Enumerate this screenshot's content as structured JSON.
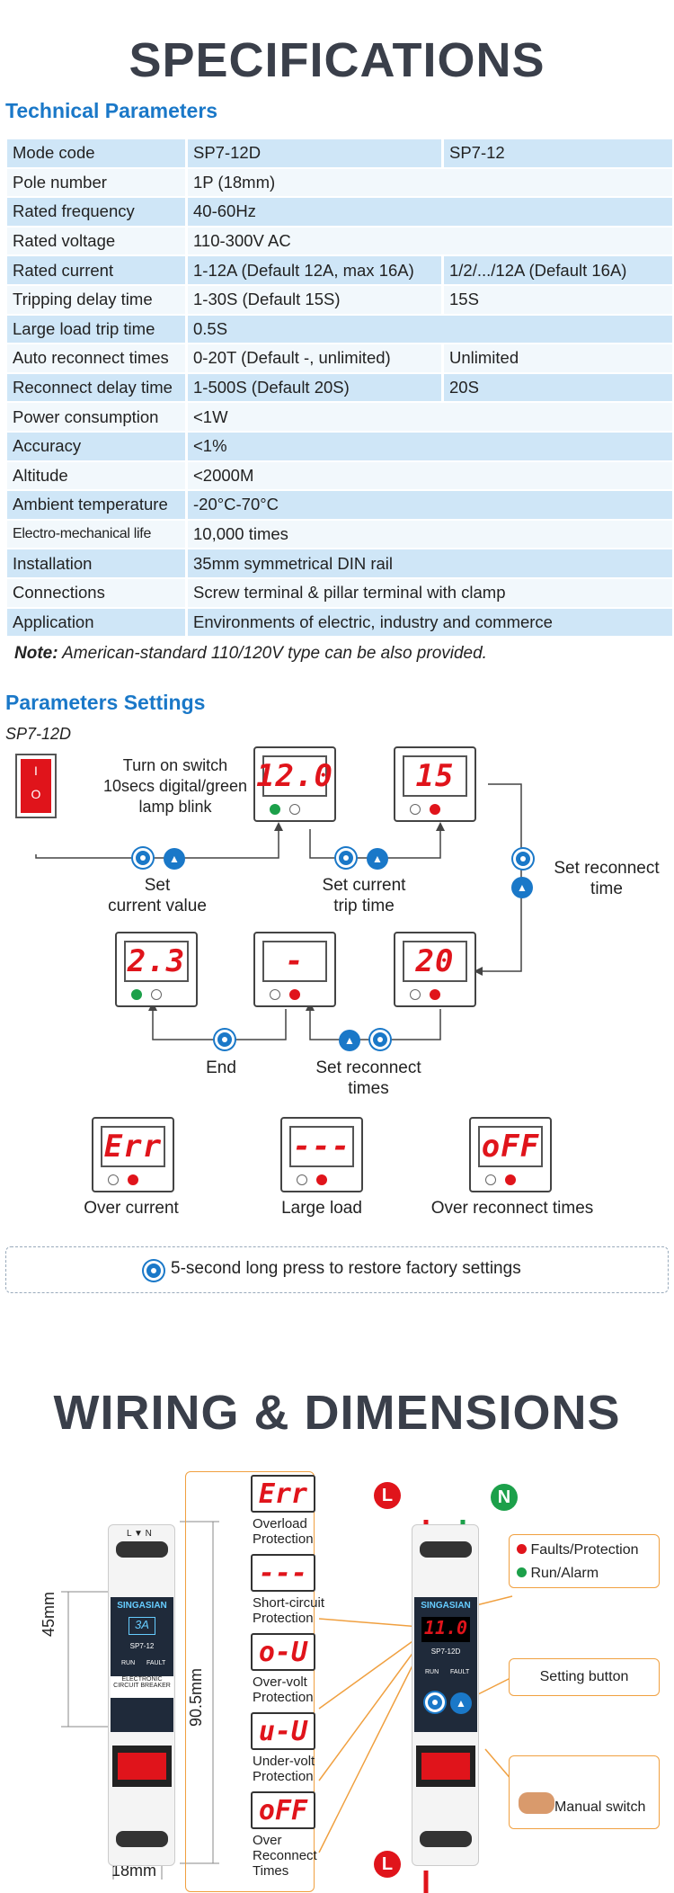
{
  "spec_title": "SPECIFICATIONS",
  "tech_heading": "Technical Parameters",
  "spec_rows": [
    [
      "Mode code",
      "SP7-12D",
      "SP7-12"
    ],
    [
      "Pole number",
      "1P (18mm)",
      ""
    ],
    [
      "Rated frequency",
      "40-60Hz",
      ""
    ],
    [
      "Rated voltage",
      "110-300V AC",
      ""
    ],
    [
      "Rated current",
      "1-12A (Default 12A, max 16A)",
      "1/2/.../12A (Default 16A)"
    ],
    [
      "Tripping delay time",
      "1-30S (Default 15S)",
      "15S"
    ],
    [
      "Large load trip time",
      "0.5S",
      ""
    ],
    [
      "Auto reconnect times",
      "0-20T (Default -, unlimited)",
      "Unlimited"
    ],
    [
      "Reconnect delay time",
      "1-500S (Default 20S)",
      "20S"
    ],
    [
      "Power consumption",
      "<1W",
      ""
    ],
    [
      "Accuracy",
      "<1%",
      ""
    ],
    [
      "Altitude",
      "<2000M",
      ""
    ],
    [
      "Ambient temperature",
      "-20°C-70°C",
      ""
    ],
    [
      "Electro-mechanical life",
      "10,000 times",
      ""
    ],
    [
      "Installation",
      "35mm symmetrical DIN rail",
      ""
    ],
    [
      "Connections",
      "Screw terminal & pillar terminal with clamp",
      ""
    ],
    [
      "Application",
      "Environments of electric, industry and commerce",
      ""
    ]
  ],
  "note_label": "Note:",
  "note_text": " American-standard 110/120V type can be also provided.",
  "settings_heading": "Parameters Settings",
  "model_label": "SP7-12D",
  "flow": {
    "turn_on": "Turn on switch\n10secs digital/green\nlamp blink",
    "set_current": "Set\ncurrent value",
    "set_trip": "Set current\ntrip time",
    "set_reconnect_time": "Set reconnect\ntime",
    "end": "End",
    "set_reconnect_times": "Set reconnect\ntimes",
    "displays": {
      "d120": "12.0",
      "d15": "15",
      "d23": "2.3",
      "dc": "-",
      "d20": "20",
      "err": "Err",
      "dash": "---",
      "off": "oFF"
    },
    "over_current": "Over current",
    "large_load": "Large load",
    "over_reconnect": "Over reconnect times"
  },
  "restore_text": "5-second long press to restore factory settings",
  "wiring_title": "WIRING & DIMENSIONS",
  "wiring": {
    "dim_45": "45mm",
    "dim_905": "90.5mm",
    "dim_18": "18mm",
    "brand": "SINGASIAN",
    "model": "SP7-12",
    "model_d": "SP7-12D",
    "run": "RUN",
    "fault": "FAULT",
    "ecb": "ELECTRONIC\nCIRCUIT BREAKER",
    "left_display": "3A",
    "right_display": "11.0",
    "term_l": "L",
    "term_n": "N",
    "protections": [
      {
        "code": "Err",
        "label": "Overload\nProtection"
      },
      {
        "code": "---",
        "label": "Short-circuit\nProtection"
      },
      {
        "code": "o-U",
        "label": "Over-volt\nProtection"
      },
      {
        "code": "u-U",
        "label": "Under-volt\nProtection"
      },
      {
        "code": "oFF",
        "label": "Over\nReconnect\nTimes"
      }
    ],
    "faults_label": "Faults/Protection",
    "run_label": "Run/Alarm",
    "setting_button": "Setting button",
    "manual_switch": "Manual switch",
    "l_circle": "L",
    "n_circle": "N"
  },
  "colors": {
    "blue": "#1a78c8",
    "red": "#e0141b",
    "green": "#1ca04a",
    "orange": "#f0a040"
  }
}
